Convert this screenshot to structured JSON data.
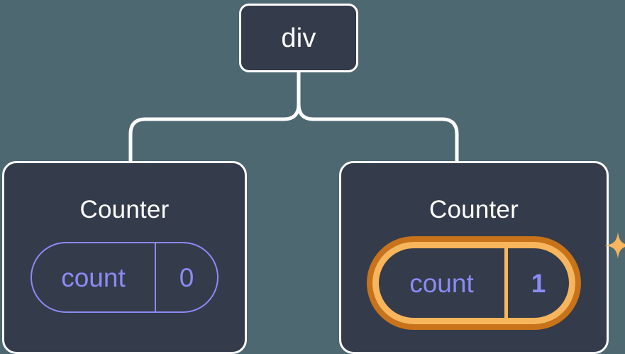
{
  "diagram": {
    "type": "component-tree",
    "background_color": "#4d6871",
    "node_fill_color": "#343b4a",
    "node_border_color": "#ffffff",
    "connector_color": "#ffffff",
    "accent_purple": "#8b8bf5",
    "highlight_outer_color": "#c87319",
    "highlight_inner_color": "#f8b55c",
    "sparkle_color": "#f8b55c"
  },
  "root": {
    "label": "div"
  },
  "children": [
    {
      "label": "Counter",
      "state": {
        "name": "count",
        "value": "0"
      },
      "highlighted": false,
      "sparkles": false
    },
    {
      "label": "Counter",
      "state": {
        "name": "count",
        "value": "1"
      },
      "highlighted": true,
      "sparkles": true
    }
  ],
  "edges": [
    {
      "from": "div",
      "to": "Counter (left)"
    },
    {
      "from": "div",
      "to": "Counter (right)"
    }
  ],
  "icons": {
    "sparkle_large": "sparkle-four-point-icon",
    "sparkle_small": "sparkle-four-point-small-icon"
  }
}
